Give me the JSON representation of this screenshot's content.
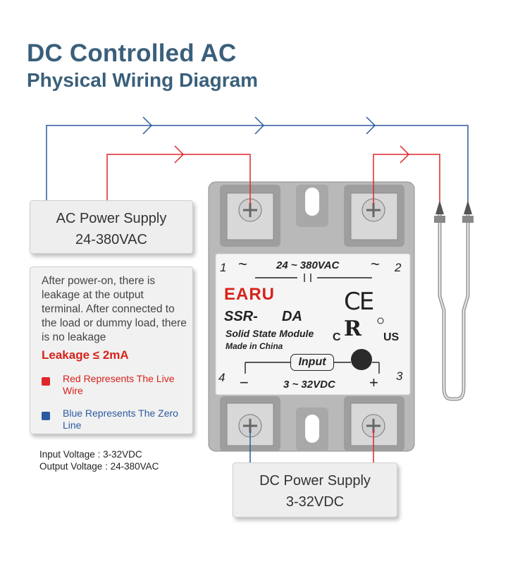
{
  "title": "DC Controlled AC",
  "subtitle": "Physical Wiring Diagram",
  "ac_supply": {
    "line1": "AC Power Supply",
    "line2": "24-380VAC"
  },
  "dc_supply": {
    "line1": "DC Power Supply",
    "line2": "3-32VDC"
  },
  "note": {
    "text": "After power-on, there is leakage at the output terminal. After connected to the load or dummy load, there is no leakage",
    "leakage": "Leakage ≤ 2mA",
    "legend_red": "Red Represents The Live Wire",
    "legend_blue": "Blue Represents The Zero Line"
  },
  "specs": {
    "input": "Input Voltage : 3-32VDC",
    "output": "Output Voltage : 24-380VAC"
  },
  "module": {
    "brand": "EARU",
    "model_prefix": "SSR-",
    "model_suffix": "DA",
    "name": "Solid State Module",
    "origin": "Made in China",
    "ce_mark": "CE",
    "ac_rating": "24 ~ 380VAC",
    "dc_rating": "3 ~ 32VDC",
    "input_label": "Input",
    "terminal_1": "1",
    "terminal_2": "2",
    "terminal_3": "3",
    "terminal_4": "4",
    "tilde": "~",
    "minus": "−",
    "plus": "+",
    "ul_c": "C",
    "ul_us": "US"
  },
  "colors": {
    "live_wire": "#e0262a",
    "zero_wire": "#2c5aa0",
    "title": "#3a5f7a"
  }
}
